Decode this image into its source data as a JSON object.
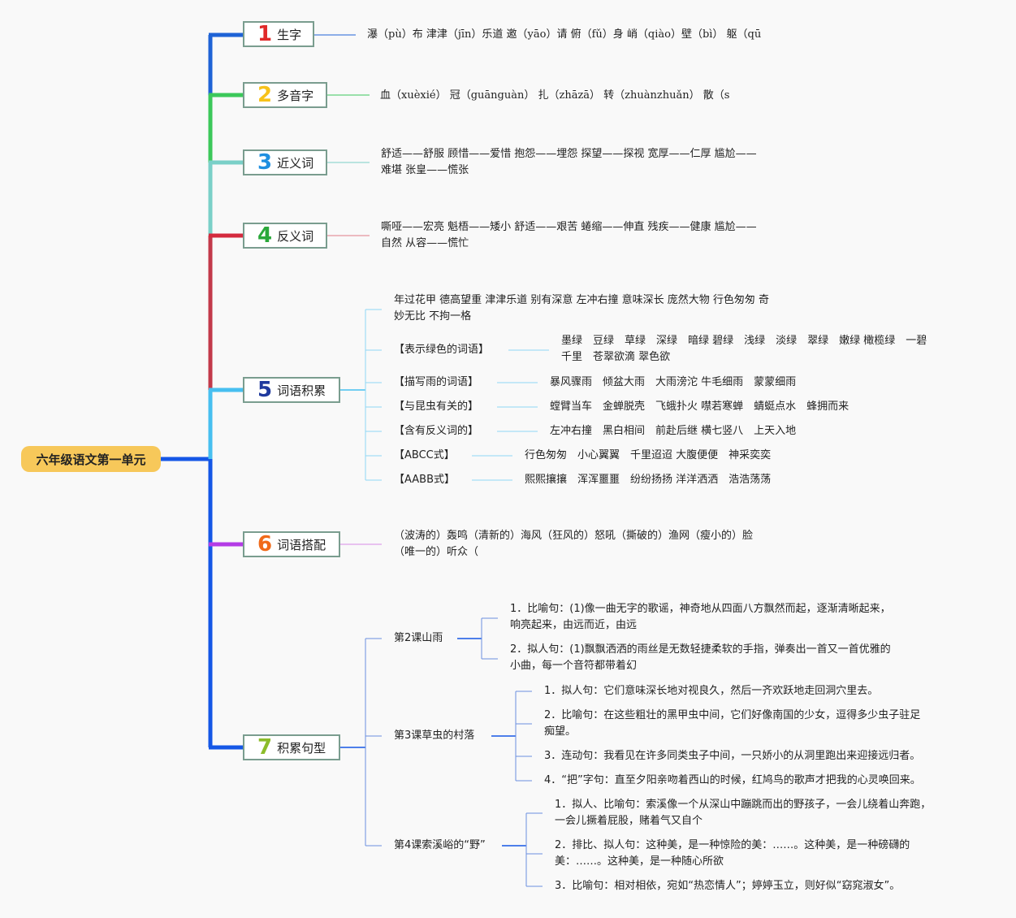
{
  "root": "六年级语文第一单元",
  "colors": {
    "root": "#f7c85a",
    "b1": "#1f63d6",
    "b2": "#3cc85a",
    "b3": "#7ad0c8",
    "b4": "#d42a3e",
    "b5": "#47bff0",
    "b6": "#b43ce6",
    "b7": "#1557e6",
    "n1": "#e02a2a",
    "n2": "#f7c21a",
    "n3": "#1f8fe0",
    "n4": "#2aa83a",
    "n5": "#1f3a9e",
    "n6": "#f06a1a",
    "n7": "#8cbc2a"
  },
  "branches": [
    {
      "num": "1",
      "label": "生字",
      "content": [
        "瀑（pù）布 津津（jīn）乐道 邀（yāo）请 俯（fǔ）身 峭（qiào）壁（bì） 躯（qū"
      ]
    },
    {
      "num": "2",
      "label": "多音字",
      "content": [
        "血（xuèxié） 冠（guānguàn） 扎（zhāzā） 转（zhuànzhuǎn） 散（s"
      ]
    },
    {
      "num": "3",
      "label": "近义词",
      "content": [
        "舒适——舒服 顾惜——爱惜 抱怨——埋怨 探望——探视 宽厚——仁厚 尴尬——",
        "难堪 张皇——慌张"
      ]
    },
    {
      "num": "4",
      "label": "反义词",
      "content": [
        "嘶哑——宏亮 魁梧——矮小 舒适——艰苦 蜷缩——伸直 残疾——健康 尴尬——",
        "自然 从容——慌忙"
      ]
    },
    {
      "num": "5",
      "label": "词语积累",
      "idioms": [
        "年过花甲 德高望重 津津乐道 别有深意 左冲右撞 意味深长 庞然大物 行色匆匆 奇",
        "妙无比 不拘一格"
      ],
      "groups": [
        {
          "label": "【表示绿色的词语】",
          "content": [
            "墨绿　豆绿　草绿　深绿　暗绿 碧绿　浅绿　淡绿　翠绿　嫩绿 橄榄绿　一碧",
            "千里　苍翠欲滴 翠色欲"
          ]
        },
        {
          "label": "【描写雨的词语】",
          "content": [
            "暴风骤雨　倾盆大雨　大雨滂沱 牛毛细雨　蒙蒙细雨"
          ]
        },
        {
          "label": "【与昆虫有关的】",
          "content": [
            "螳臂当车　金蝉脱壳　飞蛾扑火 噤若寒蝉　蜻蜓点水　蜂拥而来"
          ]
        },
        {
          "label": "【含有反义词的】",
          "content": [
            "左冲右撞　黑白相间　前赴后继 横七竖八　上天入地"
          ]
        },
        {
          "label": "【ABCC式】",
          "content": [
            "行色匆匆　小心翼翼　千里迢迢 大腹便便　神采奕奕"
          ]
        },
        {
          "label": "【AABB式】",
          "content": [
            "熙熙攘攘　浑浑噩噩　纷纷扬扬 洋洋洒洒　浩浩荡荡"
          ]
        }
      ]
    },
    {
      "num": "6",
      "label": "词语搭配",
      "content": [
        "（波涛的）轰鸣（清新的）海风（狂风的）怒吼（撕破的）渔网（瘦小的）脸",
        "（唯一的）听众（"
      ]
    },
    {
      "num": "7",
      "label": "积累句型",
      "lessons": [
        {
          "label": "第2课山雨",
          "items": [
            [
              "1．比喻句：(1)像一曲无字的歌谣，神奇地从四面八方飘然而起，逐渐清晰起来，",
              "响亮起来，由远而近，由远"
            ],
            [
              "2．拟人句：(1)飘飘洒洒的雨丝是无数轻捷柔软的手指，弹奏出一首又一首优雅的",
              "小曲，每一个音符都带着幻"
            ]
          ]
        },
        {
          "label": "第3课草虫的村落",
          "items": [
            [
              "1．拟人句：它们意味深长地对视良久，然后一齐欢跃地走回洞穴里去。"
            ],
            [
              "2．比喻句：在这些粗壮的黑甲虫中间，它们好像南国的少女，逗得多少虫子驻足",
              "痴望。"
            ],
            [
              "3．连动句：我看见在许多同类虫子中间，一只娇小的从洞里跑出来迎接远归者。"
            ],
            [
              "4．“把”字句：直至夕阳亲吻着西山的时候，红鸠鸟的歌声才把我的心灵唤回来。"
            ]
          ]
        },
        {
          "label": "第4课索溪峪的“野”",
          "items": [
            [
              "1．拟人、比喻句：索溪像一个从深山中蹦跳而出的野孩子，一会儿绕着山奔跑，",
              "一会儿撅着屁股，赌着气又自个"
            ],
            [
              "2．排比、拟人句：这种美，是一种惊险的美：……。这种美，是一种磅礴的",
              "美：……。这种美，是一种随心所欲"
            ],
            [
              "3．比喻句：相对相依，宛如“热恋情人”；婷婷玉立，则好似“窈窕淑女”。"
            ]
          ]
        }
      ]
    }
  ]
}
